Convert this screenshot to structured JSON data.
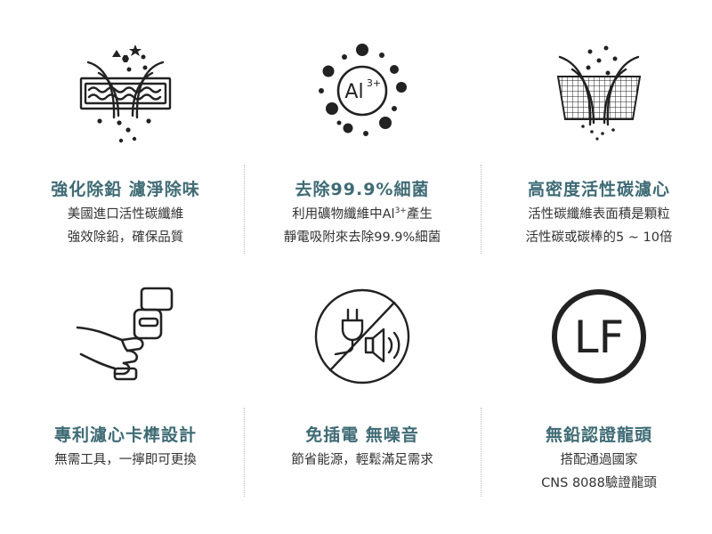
{
  "features": [
    {
      "heading": "強化除鉛 濾淨除味",
      "lines": [
        "美國進口活性碳纖維",
        "強效除鉛，確保品質"
      ],
      "icon": "filter-layers-icon"
    },
    {
      "heading": "去除99.9%細菌",
      "line1_before": "利用礦物纖維中Al",
      "line1_sup": "3+",
      "line1_after": "產生",
      "line2": "靜電吸附來去除99.9%細菌",
      "icon": "aluminum-ion-icon",
      "icon_text": "Al",
      "icon_sup": "3+"
    },
    {
      "heading": "高密度活性碳濾心",
      "lines": [
        "活性碳纖維表面積是顆粒",
        "活性碳或碳棒的5 ~ 10倍"
      ],
      "icon": "carbon-mesh-icon"
    },
    {
      "heading": "專利濾心卡榫設計",
      "lines": [
        "無需工具，一擰即可更換"
      ],
      "icon": "hand-cartridge-icon"
    },
    {
      "heading": "免插電 無噪音",
      "lines": [
        "節省能源，輕鬆滿足需求"
      ],
      "icon": "no-plug-no-noise-icon"
    },
    {
      "heading": "無鉛認證龍頭",
      "lines": [
        "搭配通過國家",
        "CNS 8088驗證龍頭"
      ],
      "icon": "lead-free-lf-icon",
      "icon_text": "LF"
    }
  ],
  "colors": {
    "heading": "#3F6B75",
    "body": "#333333",
    "icon_stroke": "#222222",
    "separator": "#bbbbbb"
  }
}
